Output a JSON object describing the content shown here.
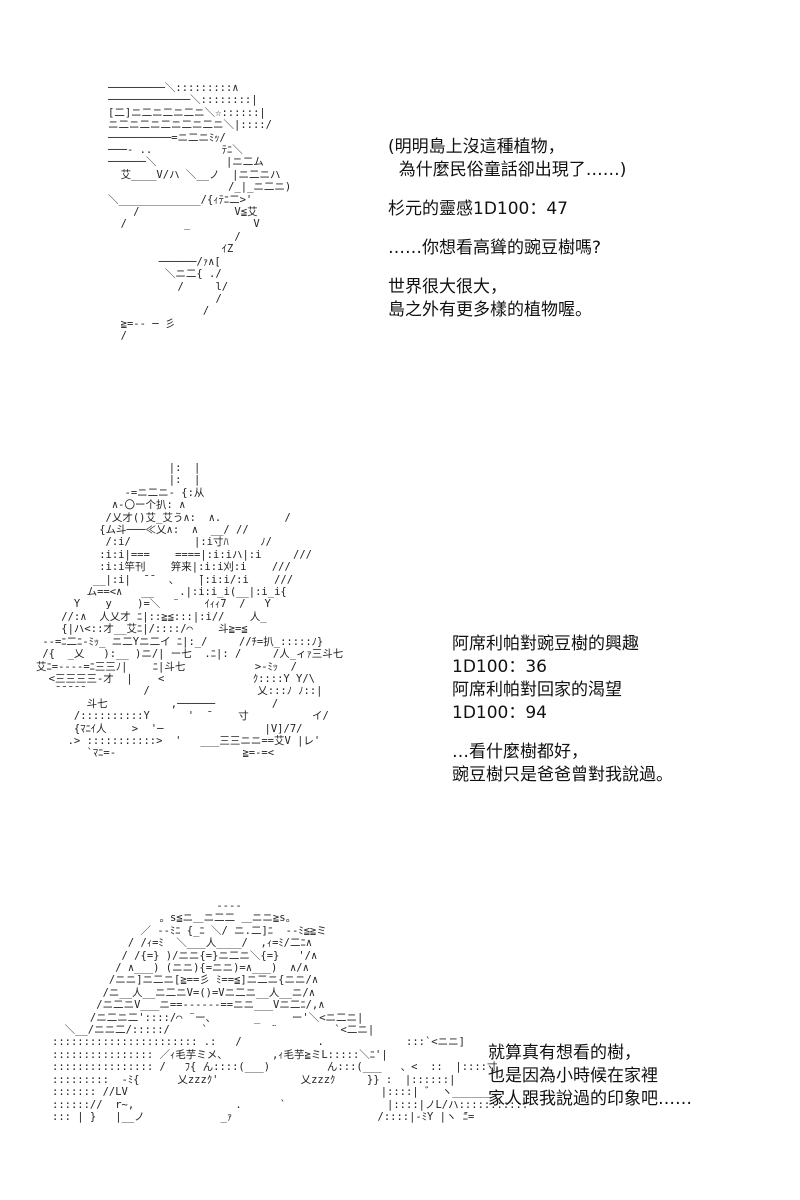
{
  "panels": [
    {
      "art_lines": [
        "─────────＼:::::::::∧",
        "─────────────＼::::::::|",
        "[二]ニ二ニ二ニ二ニ＼☆::::::|",
        "ニ二ニ二ニ二ニ二ニ二ニ＼|::::/",
        "──────────=ニ二ニﾐｯ/",
        "───- ..           ﾃﾆ＼",
        "──────＼           |ニ二ム",
        "  艾____V/ハ ＼__ノ  |ニ二ニハ",
        "                   /_|_ニ二ニ)",
        "＼_____________/{ｨﾃﾆ二>'",
        "    /               V≦艾",
        "  /         _          V",
        "                    /",
        "                  ｲZ",
        "        ──────/ｧ∧[",
        "         ＼ニ二{ ./",
        "           /     l/",
        "                 /",
        "               /",
        "  ≧=-- ─ 彡",
        "  /"
      ],
      "text_lines": [
        "(明明島上沒這種植物，",
        "  為什麼民俗童話卻出現了……)",
        "",
        "杉元的靈感1D100：47",
        "",
        "……你想看高聳的豌豆樹嗎?",
        "",
        "世界很大很大，",
        "島之外有更多樣的植物喔。"
      ]
    },
    {
      "art_lines": [
        "                     |:  |",
        "                     |:  |",
        "              -=ニ二ニ- {:从",
        "            ∧-〇ー个扒: ∧",
        "           /乂才()艾_艾う∧:  ∧.          /",
        "          {ム斗───≪乂∧:  ∧  __/ //",
        "           /:i/          |:i寸ﾊ     ﾉ/",
        "          :i:i|===    ====|:i:iハ|:i     ///",
        "          :i:i竿刊    笄来|:i:i刈:i    ///",
        "         __|:i|  ̄ ̄   、   ̄|:i:i/:i    ///",
        "        ム==<∧   __    .|:i:i_i(__|:i_i{",
        "      Y    y    )=＼  ¨    ｲｨｨ7  /   Y",
        "    //:∧  人乂才 ﾆ|::≧≦:::|:i//    人_",
        "    {|ハ<::才__艾ﾆ|/::::/⌒    斗≧=≦",
        " --=ﾆ二ﾆ-ﾐｯ_ ニ二Yニ二イ ﾆ|:_/     //ﾁ=扒_:::::ﾉ}",
        " /{  _乂   ):__ )ニ/| ー七  .ﾆ|: /     /人_ィｧ三斗七",
        "艾ﾆ=----=ﾆ三三ﾉ|    ﾆ|斗七           >-ﾐｯ  /",
        "  <三三三三-才  |    <              ｸ::::Y Y/\\",
        "   ̄ ̄ ̄ ̄ ̄          /                 乂:::ﾉ ﾉ::|",
        "        斗七          ,──────         /",
        "      /::::::::::Y      '  ̄     寸          イ/",
        "      {ﾏﾆｲ人    >  '─                |V]/7/",
        "     .> :::::::::::>  '   ___三三ニニ==艾V |レ'",
        "        `ﾏﾆ=-                    ≧=-=<"
      ],
      "text_lines": [
        "阿席利帕對豌豆樹的興趣",
        "1D100：36",
        "阿席利帕對回家的渴望",
        "1D100：94",
        "",
        "…看什麼樹都好，",
        "豌豆樹只是爸爸曾對我說過。"
      ]
    },
    {
      "art_lines": [
        "                          ----",
        "                 。s≦ニ＿ニ二二 ＿ニニ≧s。",
        "              ／ --ﾐﾆ {_ﾆ ＼/ ニ.二]ﾆ  --ﾐ≦≧ミ",
        "            / /ｨ=ﾐ  ＼___人____/  ,ｨ=ﾐ/二ﾆ∧",
        "           / /{=} )/ニニ{=}ニ二ニ＼{=}   '/∧",
        "          / ∧___) (ニニ){=ニニ)=∧___)  ∧/∧",
        "         /ニニ]ニ二ニ[≧==彡 ﾐ==≦]ニ二ニ{ニニ/∧",
        "        /ニ__人__ニ二ニV=()=Vニ二ニ__人__ニ/∧",
        "       /ニ二ニV___ニ==------==ニニ___Vニ二ﾆ/,∧",
        "      /ニ二ニ二'::::/⌒ ¨ー、      _     ー'＼<ニ二ニ|",
        "  ＼__/ニニ二/:::::/     `          ¨         `<二ニ|",
        "::::::::::::::::::::::: .:   /            .             :::`<ニニ]",
        ":::::::::::::::: ／ｨ毛芋ミメ、       ,ｨ毛芋≧ミL:::::＼ﾆ'|",
        ":::::::::::::::: /   ﾌ{ ん::::(___)         ん:::(___   、<  ::  |::::寸",
        ":::::::::  -ﾐ{      乂zzzｸ'             乂zzzｸ     }} :  |::::::|",
        "::::::: //LV                                        |::::| ゛ ヽ______",
        ":::::://  r~,                .      `                |::::|ノL/ハ:::::::::::",
        "::: | }   |__ノ            _ｧ                       /::::|-ﾐY |ヽ ̄ﾆ="
      ],
      "text_lines": [
        "就算真有想看的樹，",
        "也是因為小時候在家裡",
        "家人跟我說過的印象吧……"
      ]
    }
  ]
}
